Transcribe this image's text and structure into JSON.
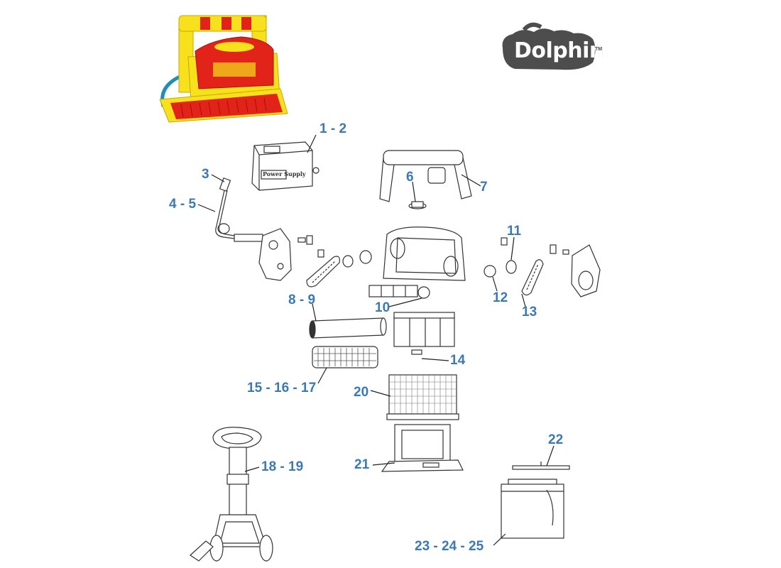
{
  "brand": {
    "name": "Dolphin",
    "trademark": "TM"
  },
  "colors": {
    "callout": "#3b79b3",
    "robot_red": "#e2231a",
    "robot_yellow": "#f7e11c",
    "cable": "#1f8fb8",
    "line": "#333333"
  },
  "callouts": {
    "c1": "1 - 2",
    "c3": "3",
    "c4": "4 - 5",
    "c6": "6",
    "c7": "7",
    "c8": "8 - 9",
    "c10": "10",
    "c11": "11",
    "c12": "12",
    "c13": "13",
    "c14": "14",
    "c15": "15 - 16 - 17",
    "c18": "18 - 19",
    "c20": "20",
    "c21": "21",
    "c22": "22",
    "c23": "23 - 24 - 25"
  },
  "parts_text": {
    "power_supply_label": "Power Supply"
  }
}
